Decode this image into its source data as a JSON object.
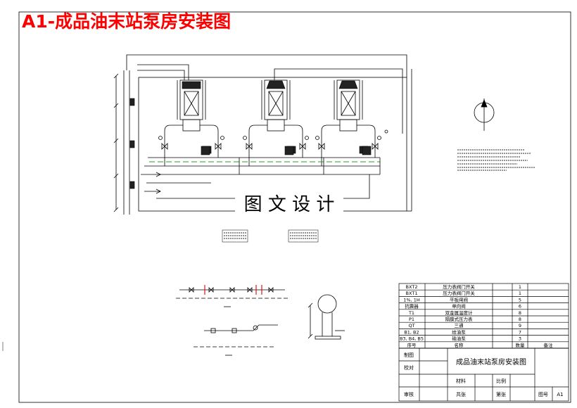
{
  "drawing": {
    "title": "A1-成品油末站泵房安装图",
    "watermark": "图 文 设 计"
  },
  "parts_list": {
    "rows": [
      {
        "code": "BXT2",
        "name": "压力表阀门开关",
        "qty": "1"
      },
      {
        "code": "BXT1",
        "name": "压力表阀门开关",
        "qty": "1"
      },
      {
        "code": "1%, 1H",
        "name": "平板闸阀",
        "qty": "5"
      },
      {
        "code": "抗震器",
        "name": "单向阀",
        "qty": "6"
      },
      {
        "code": "T1",
        "name": "双金属温度计",
        "qty": "8"
      },
      {
        "code": "P1",
        "name": "隔膜式压力表",
        "qty": "8"
      },
      {
        "code": "QT",
        "name": "三通",
        "qty": "9"
      },
      {
        "code": "B1, B2",
        "name": "给油泵",
        "qty": "7"
      },
      {
        "code": "B3, B4, B5",
        "name": "输油泵",
        "qty": "3"
      }
    ],
    "header": {
      "code": "序号",
      "name": "名称",
      "qty": "数量",
      "note": "备注"
    }
  },
  "title_block": {
    "drawing_name": "成品油末站泵房安装图",
    "drawn_label": "制图",
    "checked_label": "校对",
    "approved_label": "审核",
    "material_label": "材料",
    "scale_label": "比例",
    "total_sheets_label": "共张",
    "sheet_label": "第张",
    "drawing_no_label": "图号",
    "drawing_no": "A1"
  },
  "colors": {
    "title": "#ff0000",
    "line": "#000000",
    "pipe_label": "#2a9d2a",
    "valve_mark": "#e00000"
  }
}
